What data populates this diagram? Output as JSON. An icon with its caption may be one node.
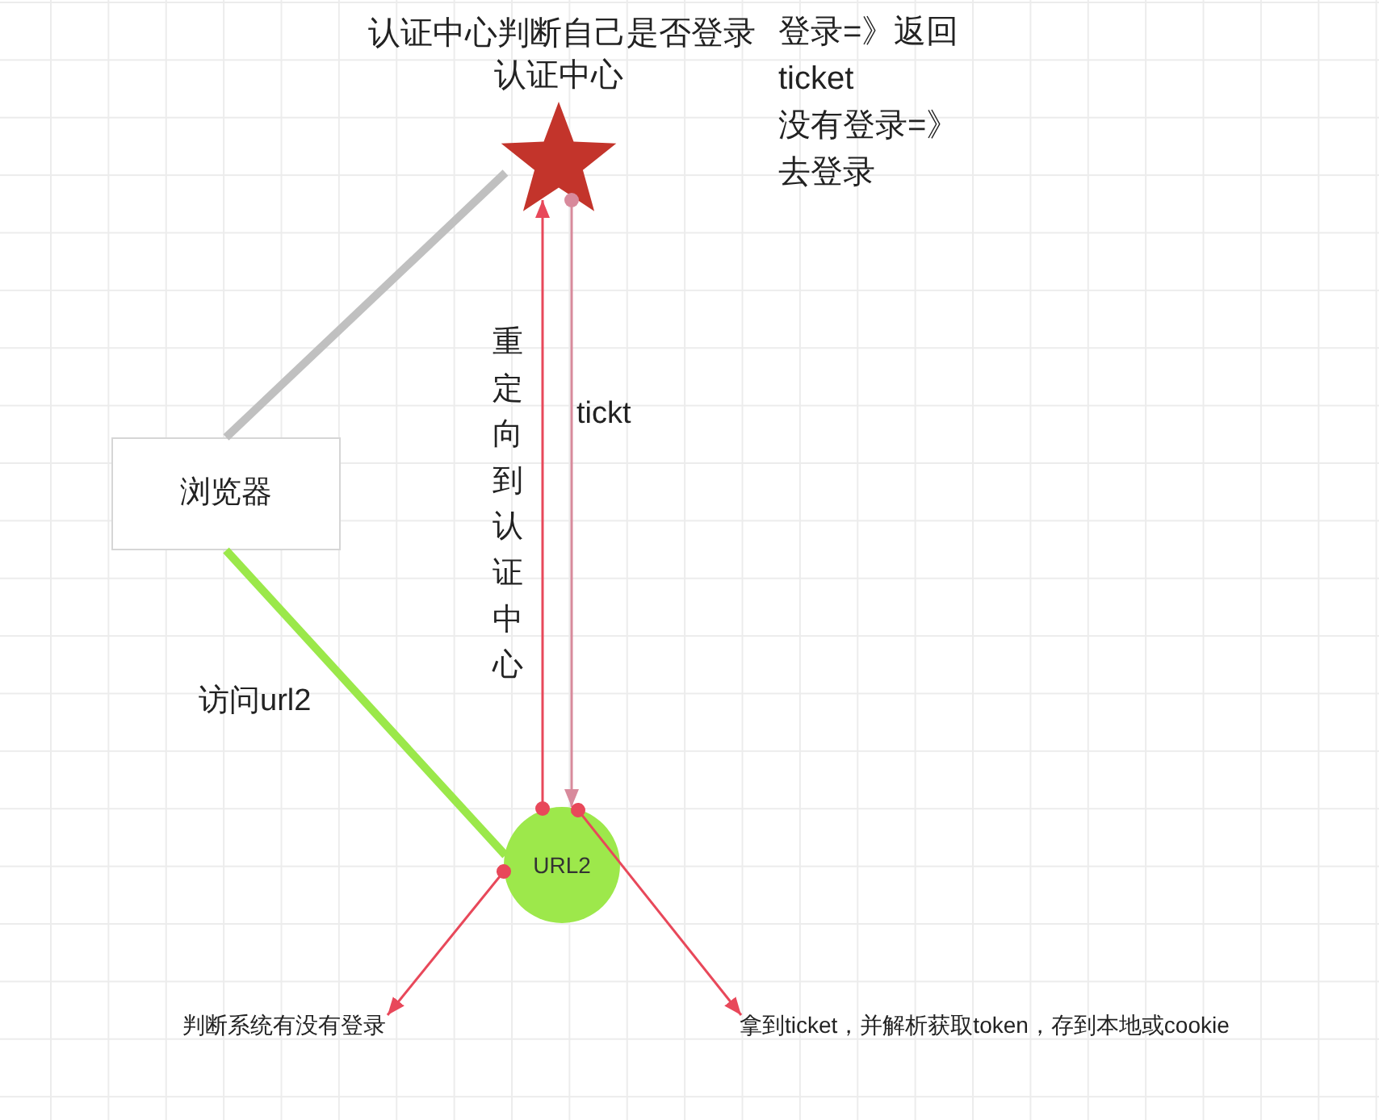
{
  "diagram": {
    "nodes": [
      {
        "text": [
          "认证中心"
        ]
      },
      {
        "text": [
          "浏览器"
        ]
      },
      {
        "text": [
          "URL2"
        ]
      },
      {
        "text": [
          "判断系统有没有登录"
        ]
      },
      {
        "text": [
          "拿到ticket，并解析获取token，存到本地或cookie"
        ]
      }
    ],
    "edges": [
      {
        "from": 1,
        "to": 0,
        "arrow": "none",
        "style": "thick",
        "color": "#c0c0c0"
      },
      {
        "from": 1,
        "to": 2,
        "arrow": "none",
        "label": "访问url2",
        "style": "thick",
        "color": "#9be84a"
      },
      {
        "from": 2,
        "to": 0,
        "arrow": "to",
        "label": "重定向到认证中心"
      },
      {
        "from": 0,
        "to": 2,
        "arrow": "to",
        "label": "tickt",
        "color": "#d88a9c"
      },
      {
        "from": 2,
        "to": 3,
        "arrow": "to"
      },
      {
        "from": 2,
        "to": 4,
        "arrow": "to"
      }
    ],
    "labels": [
      "认证中心判断自己是否登录",
      "登录=》返回ticket",
      "没有登录=》去登录"
    ]
  }
}
